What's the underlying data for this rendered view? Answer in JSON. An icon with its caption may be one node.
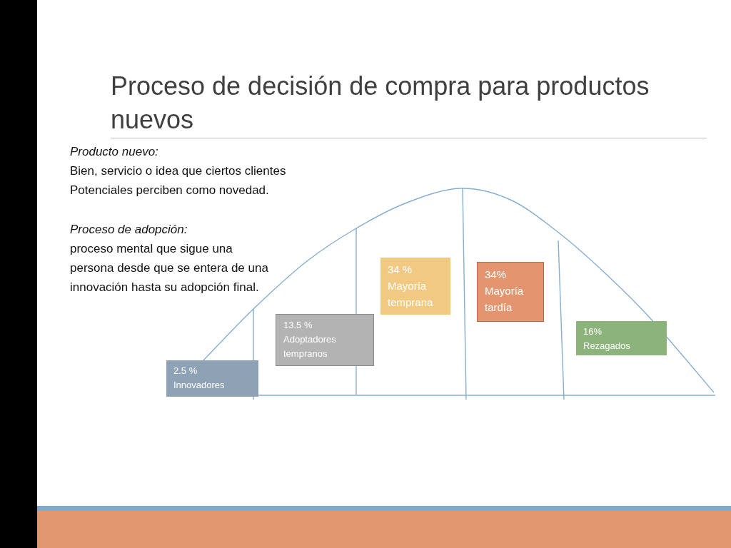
{
  "diagram": {
    "title": "Proceso de decisión de compra para productos nuevos",
    "nodes": [
      {
        "text": [
          "2.5 %",
          "Innovadores"
        ]
      },
      {
        "text": [
          "13.5 %",
          "Adoptadores tempranos"
        ]
      },
      {
        "text": [
          "34 %",
          "Mayoría temprana"
        ]
      },
      {
        "text": [
          "34%",
          "Mayoría tardía"
        ]
      },
      {
        "text": [
          "16%",
          "Rezagados"
        ]
      }
    ],
    "labels": [
      "Producto nuevo:",
      "Bien, servicio o idea que ciertos clientes Potenciales perciben como novedad.",
      "Proceso de adopción:",
      "proceso mental que sigue una persona desde que se entera de una innovación hasta su adopción final."
    ]
  }
}
